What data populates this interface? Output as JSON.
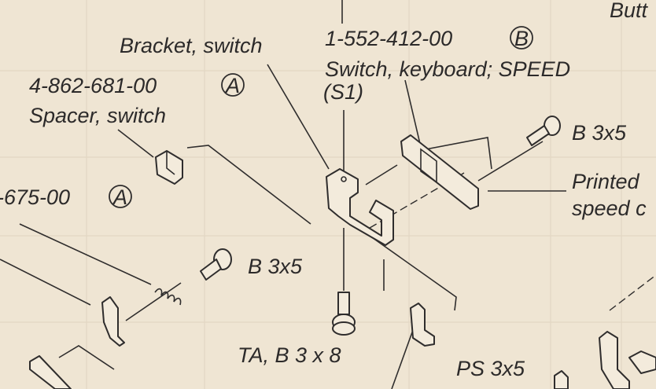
{
  "diagram": {
    "labels": {
      "button_partial": "Butt",
      "switch_part_no": "1-552-412-00",
      "switch_ref": "B",
      "switch_desc": "Switch, keyboard; SPEED",
      "switch_designator": "(S1)",
      "bracket": "Bracket, switch",
      "spacer_part_no": "4-862-681-00",
      "spacer_ref": "A",
      "spacer_desc": "Spacer, switch",
      "screw_b3x5_right": "B 3x5",
      "printed_partial": "Printed",
      "speed_partial": "speed c",
      "left_part_no_partial": "-675-00",
      "left_ref": "A",
      "screw_b3x5_center": "B 3x5",
      "screw_ta_b3x8": "TA, B 3 x 8",
      "screw_ps3x5": "PS 3x5"
    }
  }
}
